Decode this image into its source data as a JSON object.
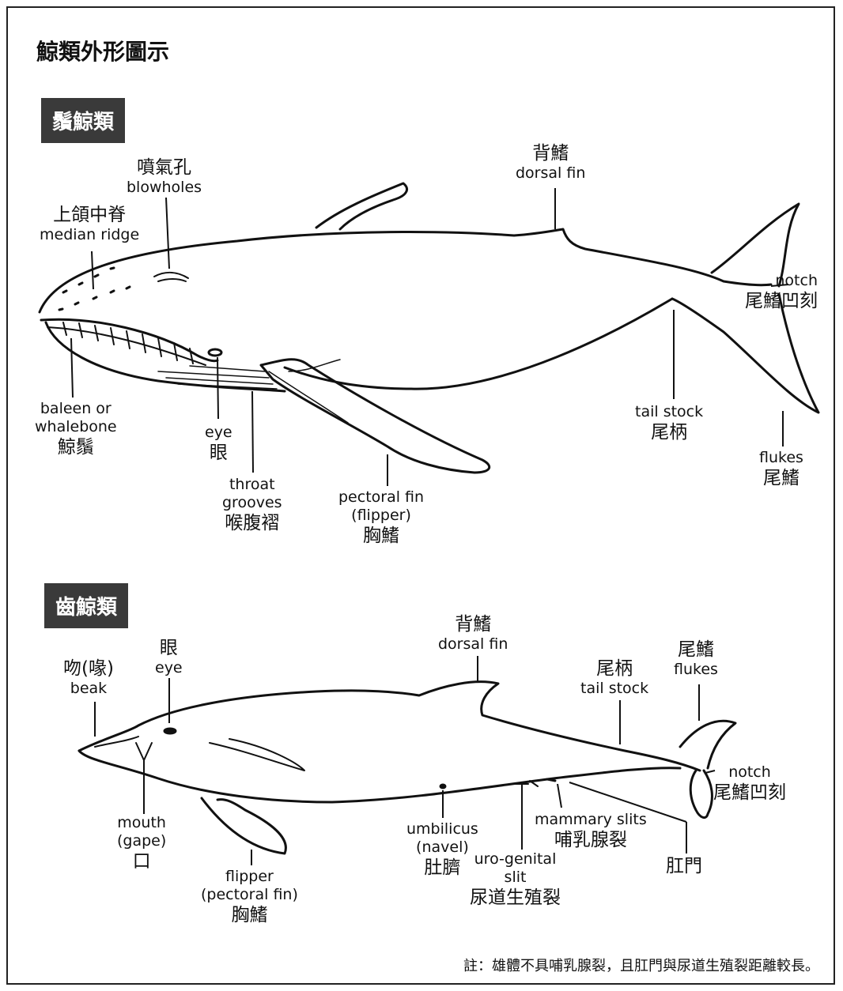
{
  "title": "鯨類外形圖示",
  "section_baleen": {
    "tag": "鬚鯨類",
    "labels": {
      "blowholes": {
        "zh": "噴氣孔",
        "en": "blowholes"
      },
      "median_ridge": {
        "zh": "上頜中脊",
        "en": "median ridge"
      },
      "dorsal_fin": {
        "zh": "背鰭",
        "en": "dorsal fin"
      },
      "notch": {
        "en": "notch",
        "zh": "尾鰭凹刻"
      },
      "baleen": {
        "en1": "baleen or",
        "en2": "whalebone",
        "zh": "鯨鬚"
      },
      "eye": {
        "en": "eye",
        "zh": "眼"
      },
      "throat_grooves": {
        "en1": "throat",
        "en2": "grooves",
        "zh": "喉腹褶"
      },
      "pectoral_fin": {
        "en1": "pectoral fin",
        "en2": "(flipper)",
        "zh": "胸鰭"
      },
      "tail_stock": {
        "en": "tail stock",
        "zh": "尾柄"
      },
      "flukes": {
        "en": "flukes",
        "zh": "尾鰭"
      }
    }
  },
  "section_toothed": {
    "tag": "齒鯨類",
    "labels": {
      "beak": {
        "zh": "吻(喙)",
        "en": "beak"
      },
      "eye": {
        "zh": "眼",
        "en": "eye"
      },
      "dorsal_fin": {
        "zh": "背鰭",
        "en": "dorsal fin"
      },
      "tail_stock": {
        "zh": "尾柄",
        "en": "tail stock"
      },
      "flukes": {
        "zh": "尾鰭",
        "en": "flukes"
      },
      "notch": {
        "en": "notch",
        "zh": "尾鰭凹刻"
      },
      "mouth": {
        "en1": "mouth",
        "en2": "(gape)",
        "zh": "口"
      },
      "flipper": {
        "en1": "flipper",
        "en2": "(pectoral fin)",
        "zh": "胸鰭"
      },
      "umbilicus": {
        "en1": "umbilicus",
        "en2": "(navel)",
        "zh": "肚臍"
      },
      "uro_genital": {
        "en1": "uro-genital",
        "en2": "slit",
        "zh": "尿道生殖裂"
      },
      "mammary": {
        "en": "mammary slits",
        "zh": "哺乳腺裂"
      },
      "anus": {
        "zh": "肛門"
      }
    }
  },
  "note": "註：雄體不具哺乳腺裂，且肛門與尿道生殖裂距離較長。"
}
